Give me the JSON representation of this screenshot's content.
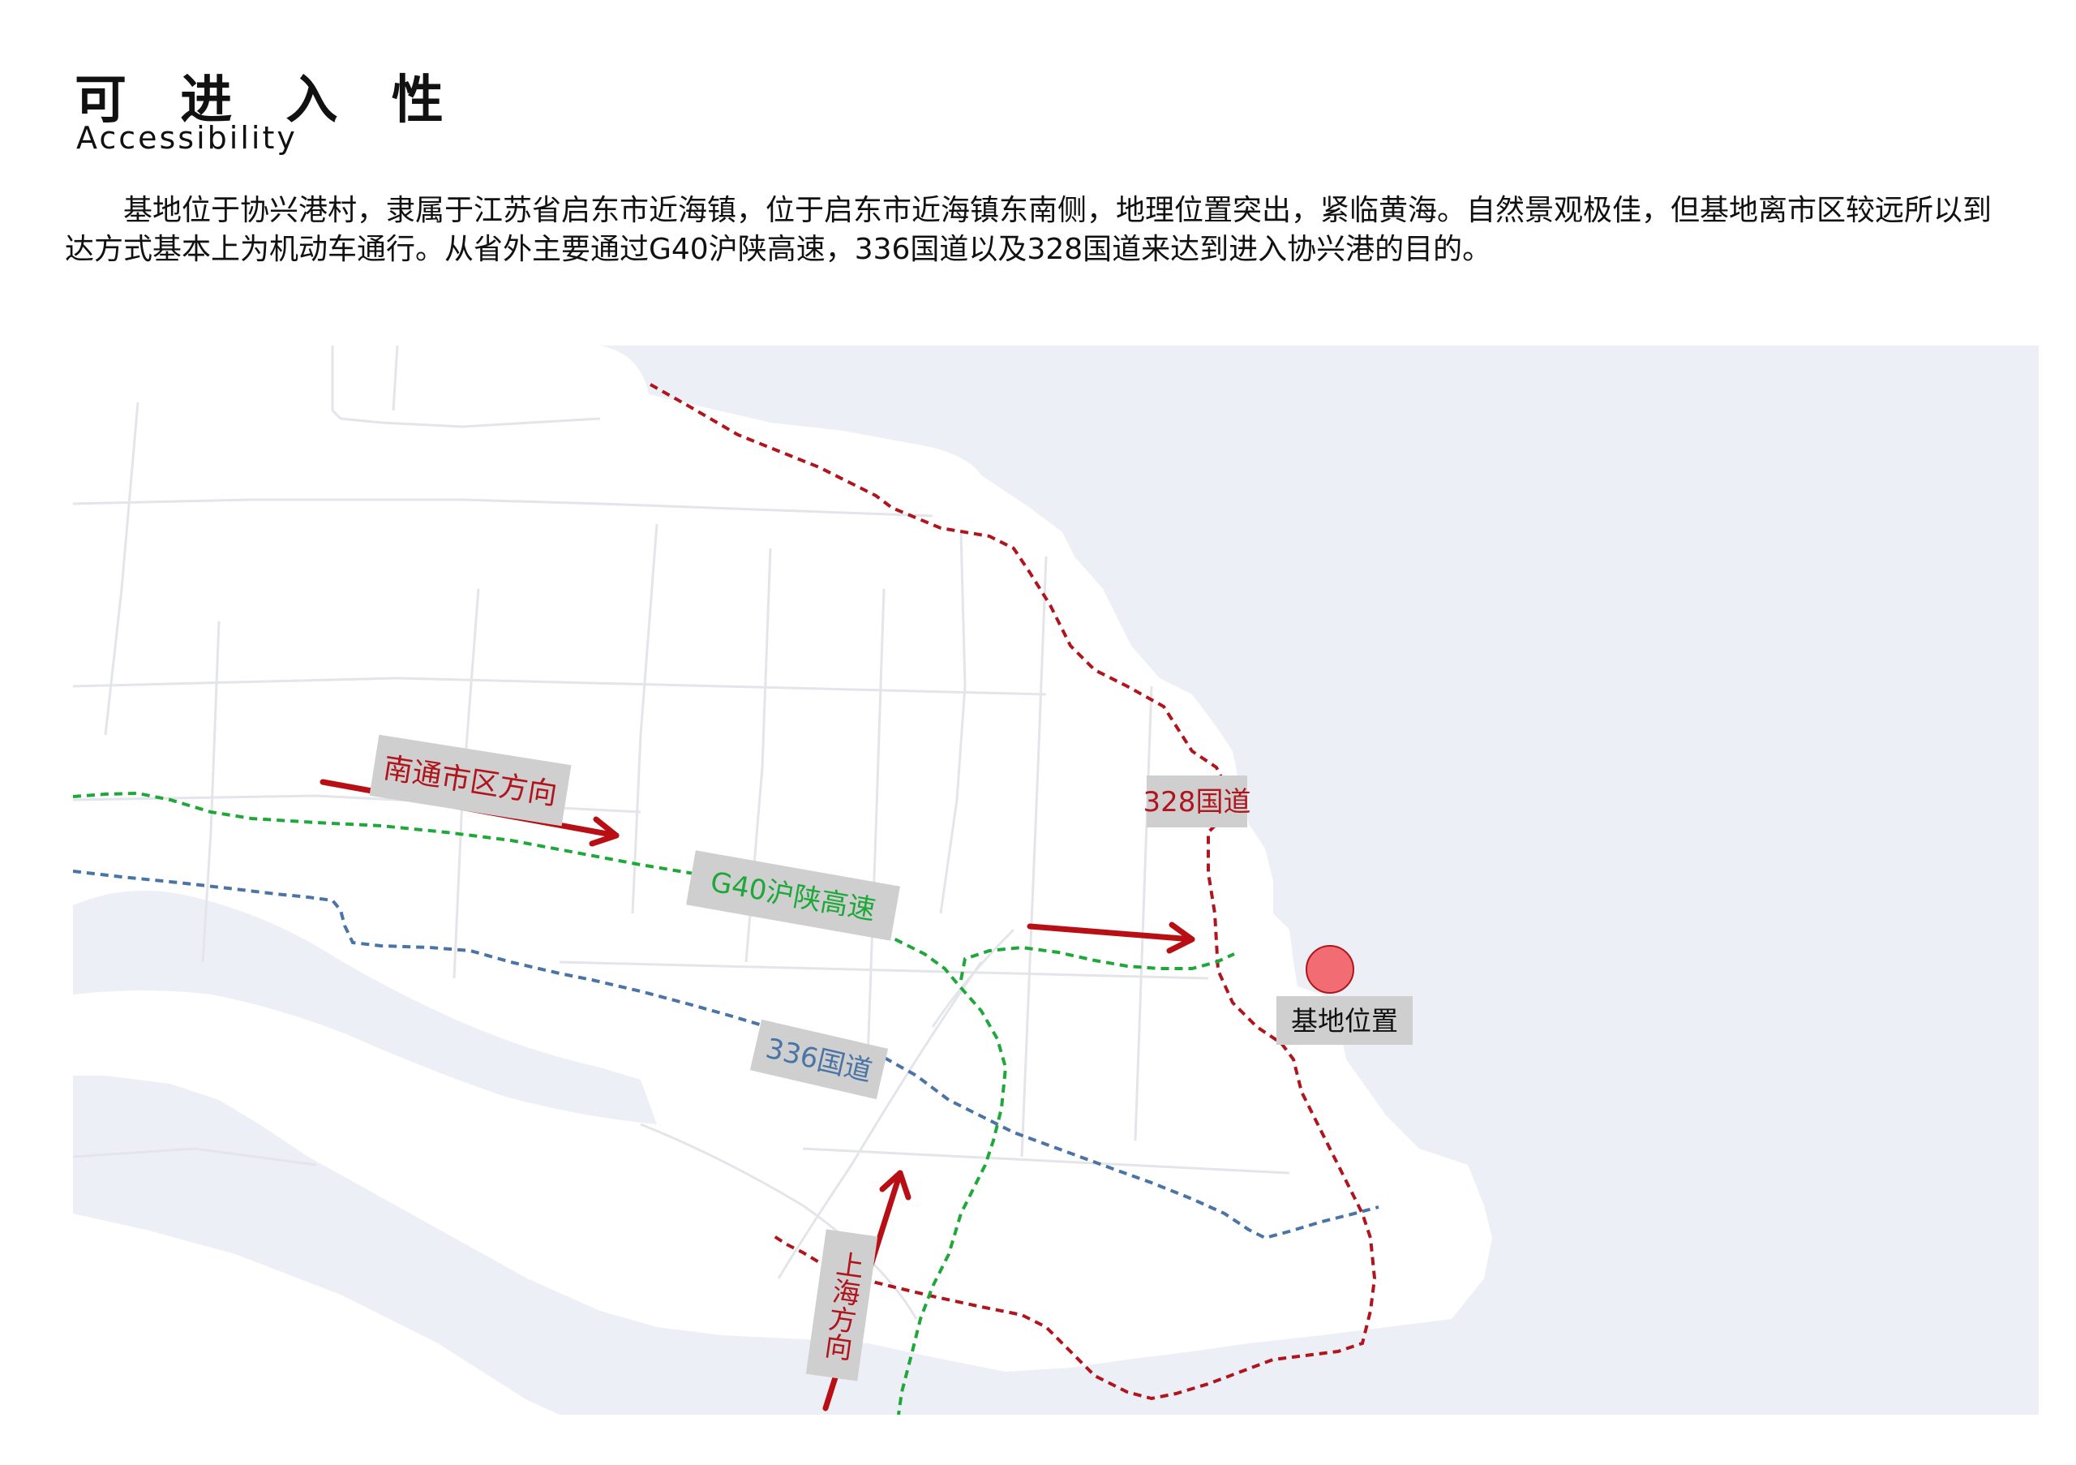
{
  "header": {
    "title": "可 进 入 性",
    "subtitle": "Accessibility"
  },
  "intro": {
    "text": "　　基地位于协兴港村，隶属于江苏省启东市近海镇，位于启东市近海镇东南侧，地理位置突出，紧临黄海。自然景观极佳，但基地离市区较远所以到达方式基本上为机动车通行。从省外主要通过G40沪陕高速，336国道以及328国道来达到进入协兴港的目的。"
  },
  "map": {
    "colors": {
      "sea": "#eceff5",
      "land": "#ffffff",
      "road_red": "#b0141c",
      "road_green": "#1fa83a",
      "road_blue": "#4a74a6",
      "arrow": "#b80f14",
      "label_bg": "#cfcfcf",
      "site_fill": "#f26d73"
    },
    "labels": {
      "nantong": "南通市区方向",
      "g40": "G40沪陕高速",
      "r328": "328国道",
      "r336": "336国道",
      "site": "基地位置",
      "shanghai": "上海方向"
    }
  }
}
